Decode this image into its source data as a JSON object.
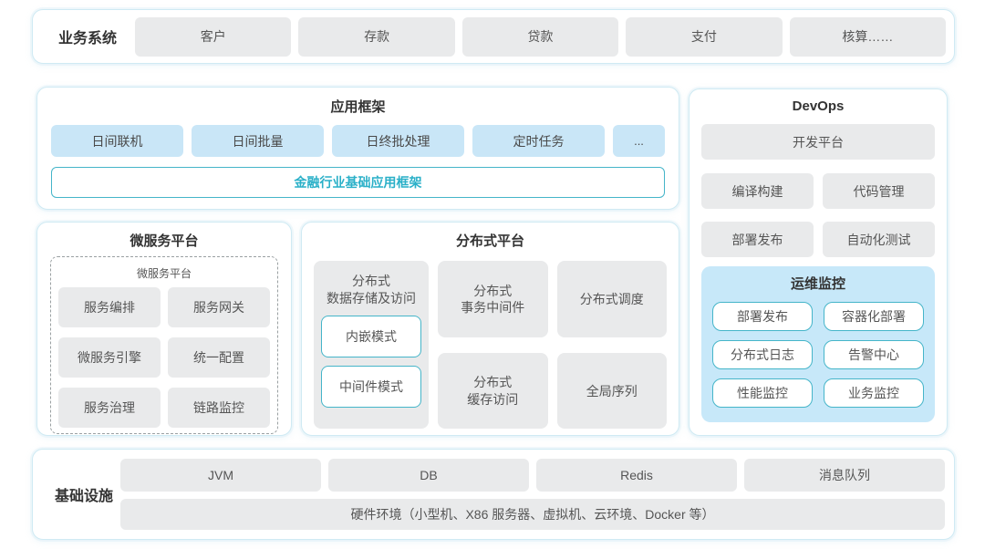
{
  "business_systems": {
    "label": "业务系统",
    "items": [
      "客户",
      "存款",
      "贷款",
      "支付",
      "核算……"
    ]
  },
  "app_framework": {
    "title": "应用框架",
    "modules": [
      "日间联机",
      "日间批量",
      "日终批处理",
      "定时任务",
      "..."
    ],
    "base_framework": "金融行业基础应用框架"
  },
  "microservice_platform": {
    "title": "微服务平台",
    "inner_title": "微服务平台",
    "items": [
      "服务编排",
      "服务网关",
      "微服务引擎",
      "统一配置",
      "服务治理",
      "链路监控"
    ]
  },
  "distributed_platform": {
    "title": "分布式平台",
    "storage": {
      "label": "分布式\n数据存储及访问",
      "modes": [
        "内嵌模式",
        "中间件模式"
      ]
    },
    "columns": [
      {
        "top": "分布式\n事务中间件",
        "bottom": "分布式\n缓存访问"
      },
      {
        "top": "分布式调度",
        "bottom": "全局序列"
      }
    ]
  },
  "devops": {
    "title": "DevOps",
    "dev_platform": "开发平台",
    "tools": [
      "编译构建",
      "代码管理",
      "部署发布",
      "自动化测试"
    ],
    "monitoring": {
      "title": "运维监控",
      "items": [
        "部署发布",
        "容器化部署",
        "分布式日志",
        "告警中心",
        "性能监控",
        "业务监控"
      ]
    }
  },
  "infrastructure": {
    "label": "基础设施",
    "items": [
      "JVM",
      "DB",
      "Redis",
      "消息队列"
    ],
    "hardware": "硬件环境（小型机、X86 服务器、虚拟机、云环境、Docker 等）"
  },
  "colors": {
    "container_border": "#cfeaf3",
    "gray_block": "#e9eaeb",
    "blue_block": "#c9e6f7",
    "teal_border": "#45b5c9",
    "teal_text": "#2ab0c8",
    "monitor_background": "#c7e8f9",
    "title_text": "#333333",
    "block_text": "#555555"
  }
}
